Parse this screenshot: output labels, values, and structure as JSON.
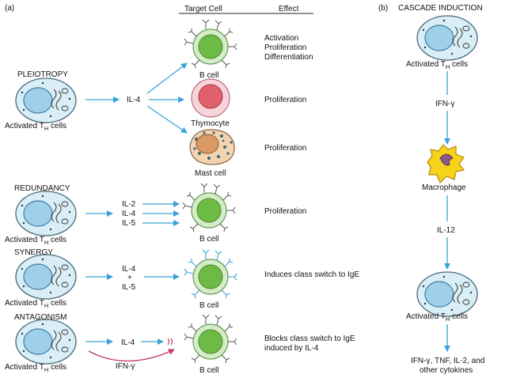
{
  "panels": {
    "a": {
      "label": "(a)",
      "header": {
        "target_cell": "Target Cell",
        "effect": "Effect"
      },
      "pleiotropy": {
        "title": "PLEIOTROPY",
        "producer": "Activated T",
        "producer_sub": "H",
        "producer_suffix": " cells",
        "cytokine": "IL-4",
        "targets": [
          {
            "cell": "B cell",
            "effect_lines": [
              "Activation",
              "Proliferation",
              "Differentiation"
            ]
          },
          {
            "cell": "Thymocyte",
            "effect_lines": [
              "Proliferation"
            ]
          },
          {
            "cell": "Mast cell",
            "effect_lines": [
              "Proliferation"
            ]
          }
        ]
      },
      "redundancy": {
        "title": "REDUNDANCY",
        "producer": "Activated T",
        "producer_sub": "H",
        "producer_suffix": " cells",
        "cytokines": [
          "IL-2",
          "IL-4",
          "IL-5"
        ],
        "target": "B cell",
        "effect": "Proliferation"
      },
      "synergy": {
        "title": "SYNERGY",
        "producer": "Activated T",
        "producer_sub": "H",
        "producer_suffix": " cells",
        "cytokine_top": "IL-4",
        "plus": "+",
        "cytokine_bottom": "IL-5",
        "target": "B cell",
        "effect": "Induces class switch to IgE"
      },
      "antagonism": {
        "title": "ANTAGONISM",
        "producer": "Activated T",
        "producer_sub": "H",
        "producer_suffix": " cells",
        "cytokine": "IL-4",
        "inhibitor": "IFN-γ",
        "target": "B cell",
        "effect_lines": [
          "Blocks class switch to IgE",
          "induced by IL-4"
        ]
      }
    },
    "b": {
      "label": "(b)",
      "title": "CASCADE INDUCTION",
      "producer": "Activated T",
      "producer_sub": "H",
      "producer_suffix": " cells",
      "step1": "IFN-γ",
      "macrophage": "Macrophage",
      "step2": "IL-12",
      "producer2": "Activated T",
      "producer2_sub": "H",
      "producer2_suffix": " cells",
      "outputs": [
        "IFN-γ, TNF, IL-2, and",
        "other cytokines"
      ]
    }
  },
  "colors": {
    "arrow": "#3aa3d6",
    "inhibitor_arrow": "#c03a7a",
    "th_cell_fill": "#d9eef7",
    "th_nucleus": "#9fd0ea",
    "b_cell_fill": "#d4ecc8",
    "b_nucleus": "#6dbb45",
    "thymocyte_fill": "#f7d3da",
    "thymocyte_nucleus": "#e0616c",
    "mast_fill": "#f4d4b0",
    "mast_nucleus": "#d99a66",
    "macrophage": "#f7d21a"
  }
}
